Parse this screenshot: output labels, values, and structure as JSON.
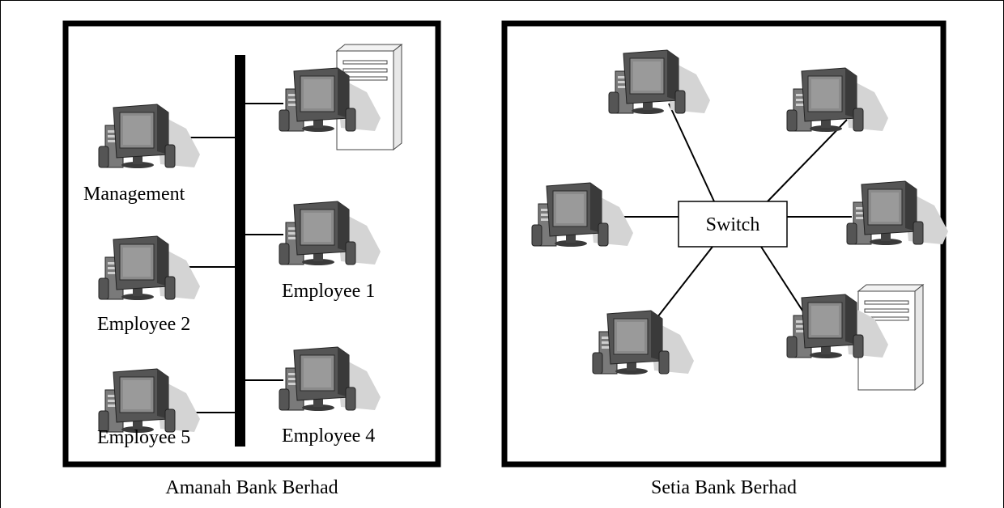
{
  "diagrams": [
    {
      "caption": "Amanah Bank Berhad",
      "topology": "bus",
      "nodes": [
        {
          "label": "Management",
          "icon": "computer-icon"
        },
        {
          "label": "Employee 2",
          "icon": "computer-icon"
        },
        {
          "label": "Employee 5",
          "icon": "computer-icon"
        },
        {
          "label": "",
          "icon": "server-icon"
        },
        {
          "label": "Employee 1",
          "icon": "computer-icon"
        },
        {
          "label": "Employee 4",
          "icon": "computer-icon"
        }
      ]
    },
    {
      "caption": "Setia Bank Berhad",
      "topology": "star",
      "hub_label": "Switch",
      "nodes": [
        {
          "label": "",
          "icon": "computer-icon"
        },
        {
          "label": "",
          "icon": "computer-icon"
        },
        {
          "label": "",
          "icon": "computer-icon"
        },
        {
          "label": "",
          "icon": "computer-icon"
        },
        {
          "label": "",
          "icon": "computer-icon"
        },
        {
          "label": "",
          "icon": "server-icon"
        }
      ]
    }
  ]
}
